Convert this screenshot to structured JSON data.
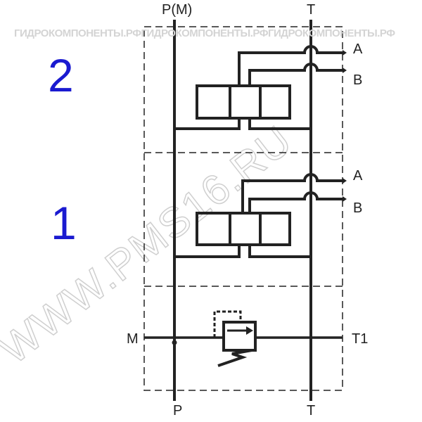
{
  "watermark": {
    "row_text": "ГИДРОКОМПОНЕНТЫ.РФГИДРОКОМПОНЕНТЫ.РФГИДРОКОМПОНЕНТЫ.РФ",
    "diagonal_text": "WWW.PMS16.RU"
  },
  "labels": {
    "top_p": "P(M)",
    "top_t": "T",
    "sec2_a": "A",
    "sec2_b": "B",
    "sec2_num": "2",
    "sec1_a": "A",
    "sec1_b": "B",
    "sec1_num": "1",
    "m": "M",
    "t1": "T1",
    "bottom_p": "P",
    "bottom_t": "T"
  },
  "colors": {
    "line": "#222222",
    "section_number": "#1a1ad0"
  }
}
